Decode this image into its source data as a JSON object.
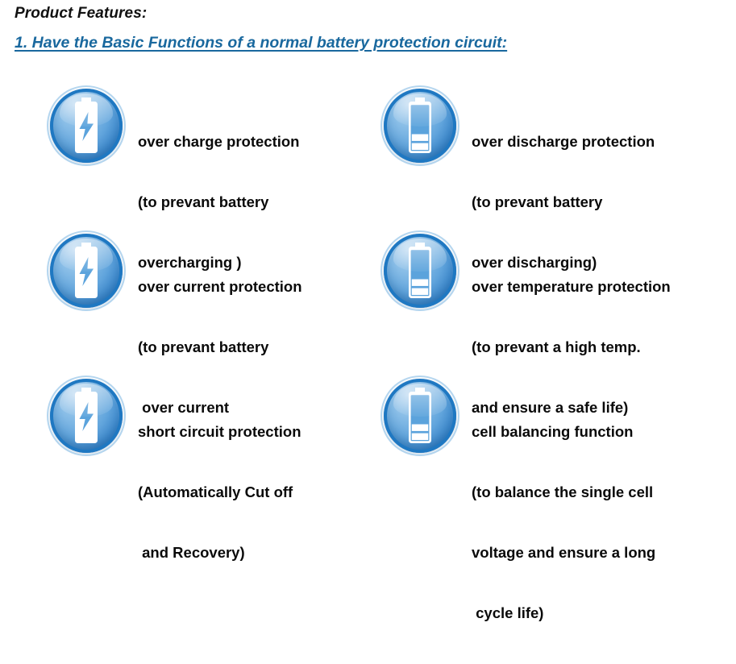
{
  "header": {
    "title": "Product Features:",
    "section_heading": "1. Have the Basic Functions of a normal battery protection circuit:"
  },
  "colors": {
    "heading_blue": "#19689e",
    "badge_ring": "#1f78c2",
    "badge_fill_light": "#bcd9f1",
    "badge_fill_dark": "#2f7ec6",
    "text_black": "#0a0a0a",
    "page_background": "#ffffff"
  },
  "features": [
    {
      "id": "over-charge-protection",
      "icon": "battery-bolt-icon",
      "lines": [
        "over charge protection",
        "(to prevant battery",
        "overcharging )"
      ]
    },
    {
      "id": "over-discharge-protection",
      "icon": "battery-low-icon",
      "lines": [
        "over discharge protection",
        "(to prevant battery",
        "over discharging)"
      ]
    },
    {
      "id": "over-current-protection",
      "icon": "battery-bolt-icon",
      "lines": [
        "over current protection",
        "(to prevant battery",
        " over current"
      ]
    },
    {
      "id": "over-temperature-protection",
      "icon": "battery-low-icon",
      "lines": [
        "over temperature protection",
        "(to prevant a high temp.",
        "and ensure a safe life)"
      ]
    },
    {
      "id": "short-circuit-protection",
      "icon": "battery-bolt-icon",
      "lines": [
        "short circuit protection",
        "(Automatically Cut off",
        " and Recovery)"
      ]
    },
    {
      "id": "cell-balancing-function",
      "icon": "battery-low-icon",
      "lines": [
        "cell balancing function",
        "(to balance the single cell",
        "voltage and ensure a long",
        " cycle life)"
      ]
    }
  ]
}
